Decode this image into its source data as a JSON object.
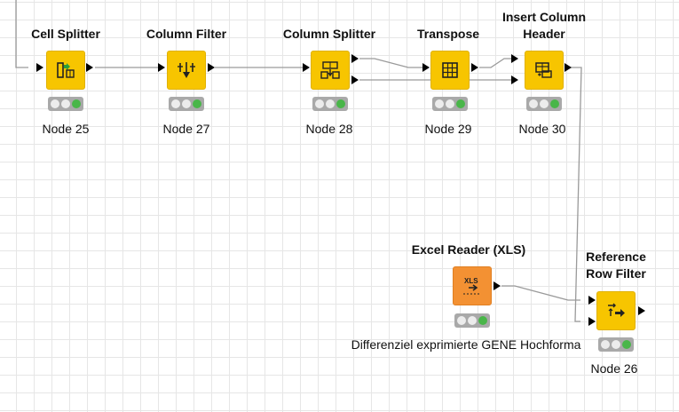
{
  "nodes": {
    "n25": {
      "title": "Cell Splitter",
      "label": "Node 25",
      "icon": "cell-splitter-icon"
    },
    "n27": {
      "title": "Column Filter",
      "label": "Node 27",
      "icon": "column-filter-icon"
    },
    "n28": {
      "title": "Column Splitter",
      "label": "Node 28",
      "icon": "column-splitter-icon"
    },
    "n29": {
      "title": "Transpose",
      "label": "Node 29",
      "icon": "transpose-icon"
    },
    "n30": {
      "title1": "Insert Column",
      "title2": "Header",
      "label": "Node 30",
      "icon": "insert-column-header-icon"
    },
    "excel": {
      "title": "Excel Reader (XLS)",
      "label": "Differenziel exprimierte GENE Hochforma",
      "icon_text": "XLS",
      "icon": "excel-reader-icon"
    },
    "n26": {
      "title1": "Reference",
      "title2": "Row Filter",
      "label": "Node 26",
      "icon": "reference-row-filter-icon"
    }
  },
  "status": "executed-green",
  "colors": {
    "manipulator": "#f7c500",
    "source": "#f39133",
    "ok": "#49b649",
    "wire": "#9a9a9a"
  }
}
